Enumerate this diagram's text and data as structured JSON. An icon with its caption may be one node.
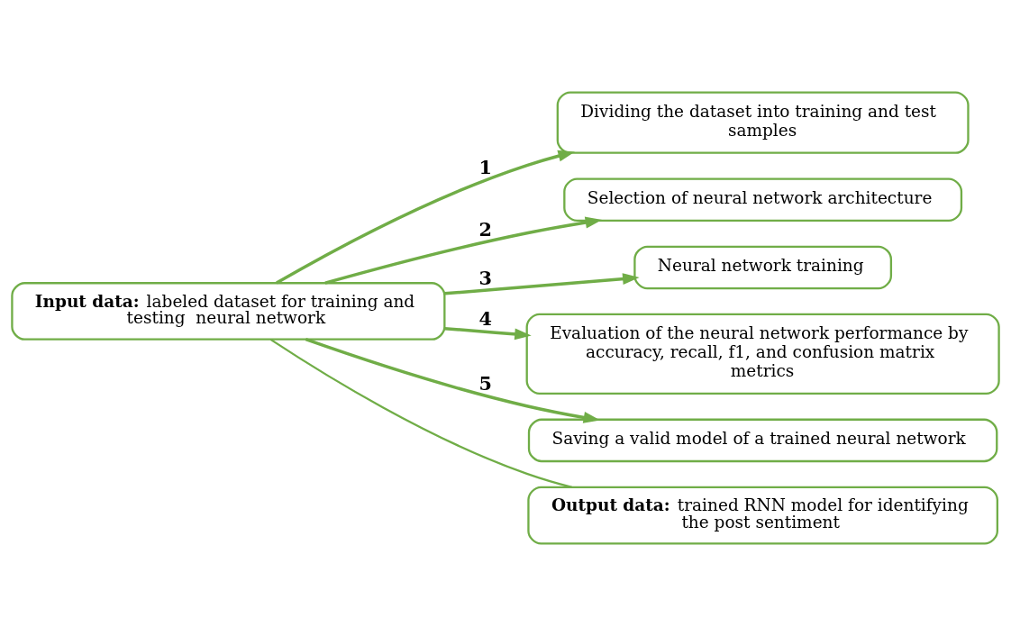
{
  "diagram": {
    "nodes": [
      {
        "text": [
          "**Input data:** labeled dataset for training and testing  neural network"
        ]
      },
      {
        "text": [
          "Dividing the dataset into training and test samples"
        ]
      },
      {
        "text": [
          "Selection of neural network architecture"
        ]
      },
      {
        "text": [
          "Neural network training"
        ]
      },
      {
        "text": [
          "Evaluation of the neural network performance by accuracy, recall, f1, and confusion matrix metrics"
        ]
      },
      {
        "text": [
          "Saving a valid model of a trained neural network"
        ]
      },
      {
        "text": [
          "**Output data:** trained RNN model for identifying the post sentiment"
        ]
      }
    ],
    "edges": [
      {
        "from": 0,
        "to": 1,
        "arrow": "to",
        "label": "1"
      },
      {
        "from": 0,
        "to": 2,
        "arrow": "to",
        "label": "2"
      },
      {
        "from": 0,
        "to": 3,
        "arrow": "to",
        "label": "3"
      },
      {
        "from": 0,
        "to": 4,
        "arrow": "to",
        "label": "4"
      },
      {
        "from": 0,
        "to": 5,
        "arrow": "to",
        "label": "5"
      },
      {
        "from": 0,
        "to": 6,
        "arrow": "none"
      }
    ]
  }
}
